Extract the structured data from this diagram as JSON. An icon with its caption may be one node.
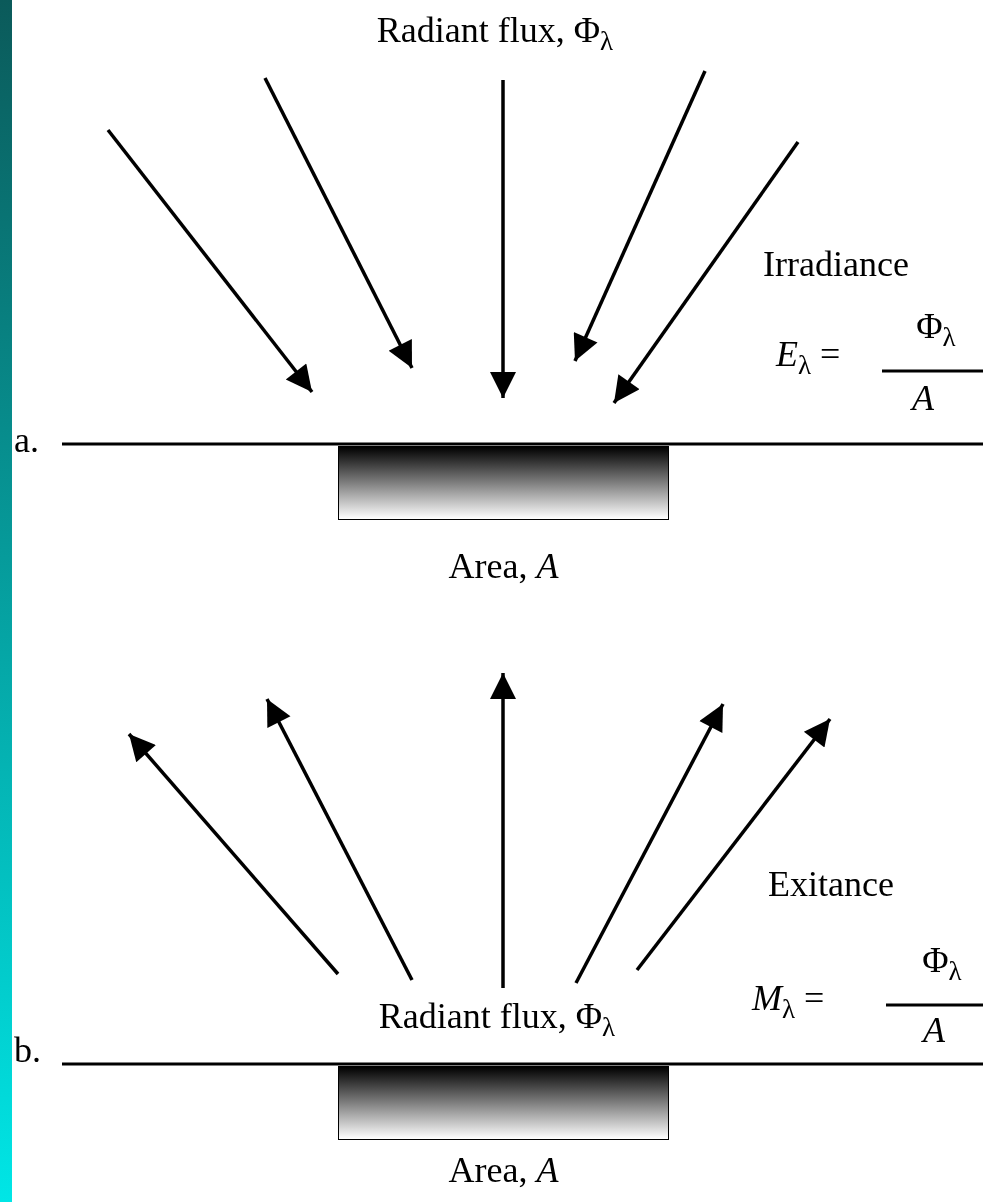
{
  "diagram": {
    "nodes": [
      {
        "text": [],
        "shape": "box",
        "beside": [
          "Area, *A*"
        ]
      },
      {
        "text": [],
        "shape": "box",
        "beside": [
          "Area, *A*"
        ]
      }
    ],
    "edges": [],
    "labels": [
      "Radiant flux, Φ$_{λ}$",
      "Irradiance",
      "*E*$_{λ}$ =",
      "Φ$_{λ}$",
      "*A*",
      "a.",
      "Exitance",
      "*M*$_{λ}$ =",
      "Φ$_{λ}$",
      "*A*",
      "Radiant flux, Φ$_{λ}$",
      "b."
    ]
  }
}
